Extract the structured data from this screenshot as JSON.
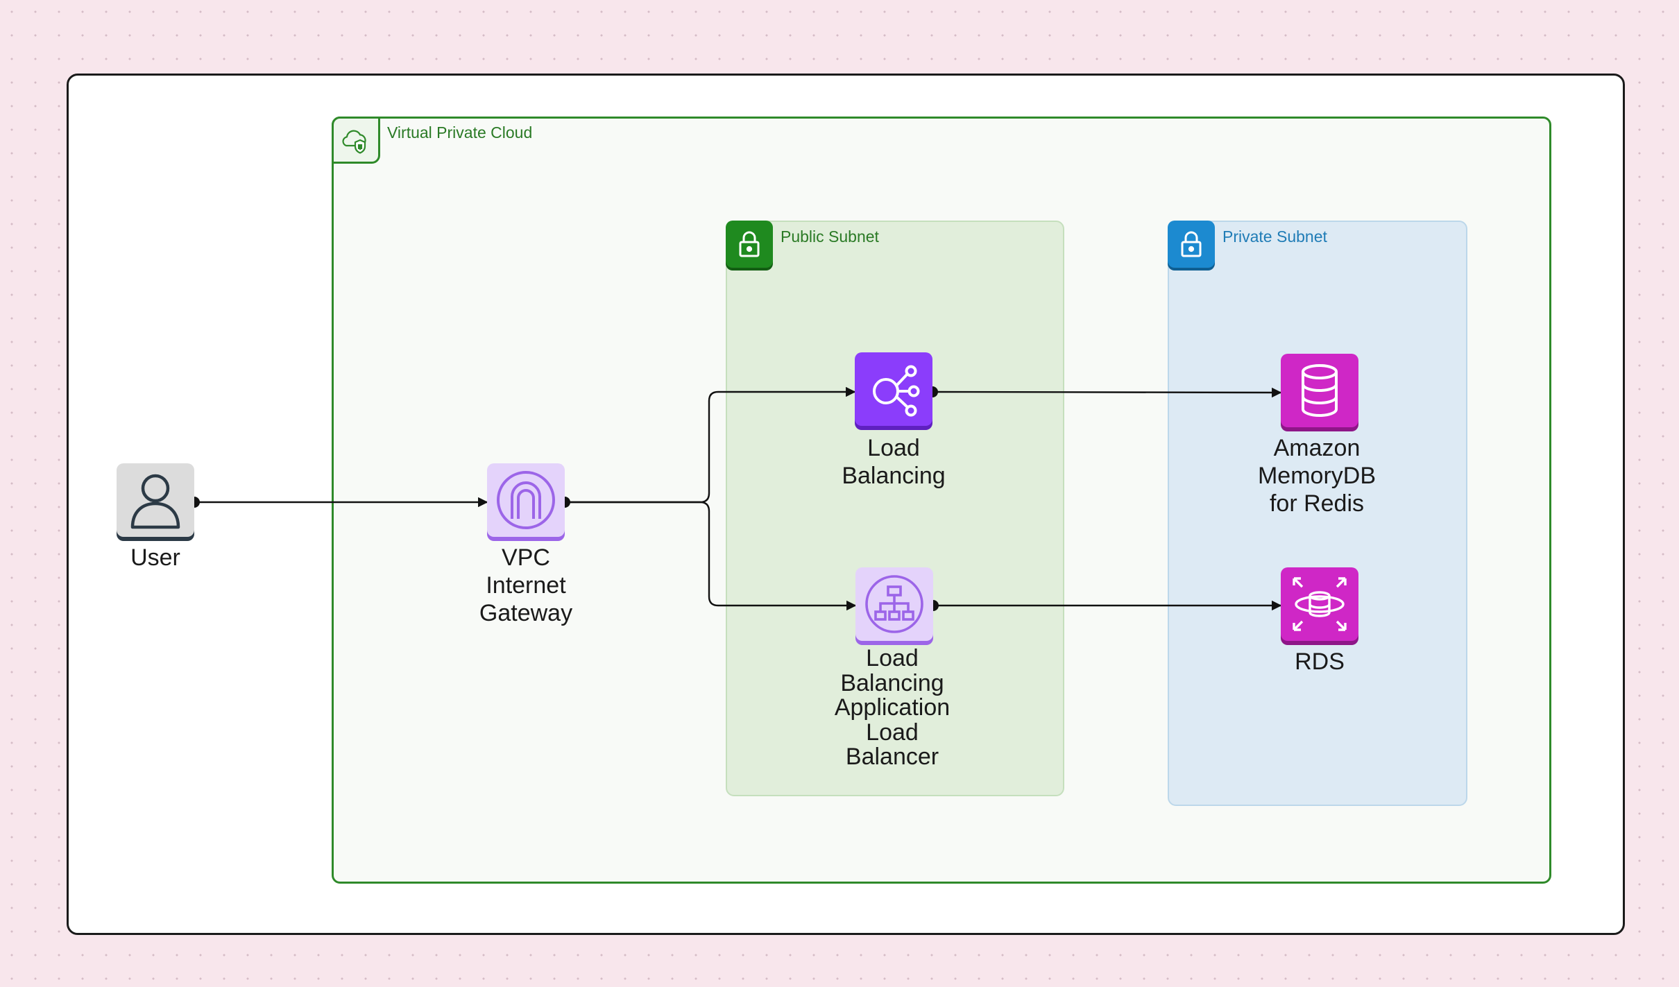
{
  "colors": {
    "background": "#f8e6ec",
    "vpc_border": "#2f8a2a",
    "public_subnet_fill": "#e1eedb",
    "private_subnet_fill": "#ddeaf4",
    "purple_network": "#8b3dfb",
    "magenta_database": "#cf27c6",
    "edge": "#111111"
  },
  "groups": {
    "vpc": {
      "label": "Virtual Private Cloud",
      "icon": "cloud-shield-icon"
    },
    "public_subnet": {
      "label": "Public Subnet",
      "icon": "padlock-icon"
    },
    "private_subnet": {
      "label": "Private Subnet",
      "icon": "padlock-icon"
    }
  },
  "nodes": {
    "user": {
      "label": "User",
      "icon": "user-icon"
    },
    "igw": {
      "label": "VPC\nInternet\nGateway",
      "icon": "internet-gateway-icon"
    },
    "lb": {
      "label": "Load\nBalancing",
      "icon": "load-balancing-icon"
    },
    "alb": {
      "label": "Load\nBalancing\nApplication\nLoad\nBalancer",
      "icon": "application-load-balancer-icon"
    },
    "memdb": {
      "label": "Amazon\nMemoryDB\nfor Redis",
      "icon": "memorydb-database-icon"
    },
    "rds": {
      "label": "RDS",
      "icon": "rds-database-icon"
    }
  },
  "edges": [
    {
      "from": "User",
      "to": "VPC Internet Gateway"
    },
    {
      "from": "VPC Internet Gateway",
      "to": "Load Balancing"
    },
    {
      "from": "VPC Internet Gateway",
      "to": "Load Balancing Application Load Balancer"
    },
    {
      "from": "Load Balancing",
      "to": "Amazon MemoryDB for Redis"
    },
    {
      "from": "Load Balancing Application Load Balancer",
      "to": "RDS"
    }
  ]
}
